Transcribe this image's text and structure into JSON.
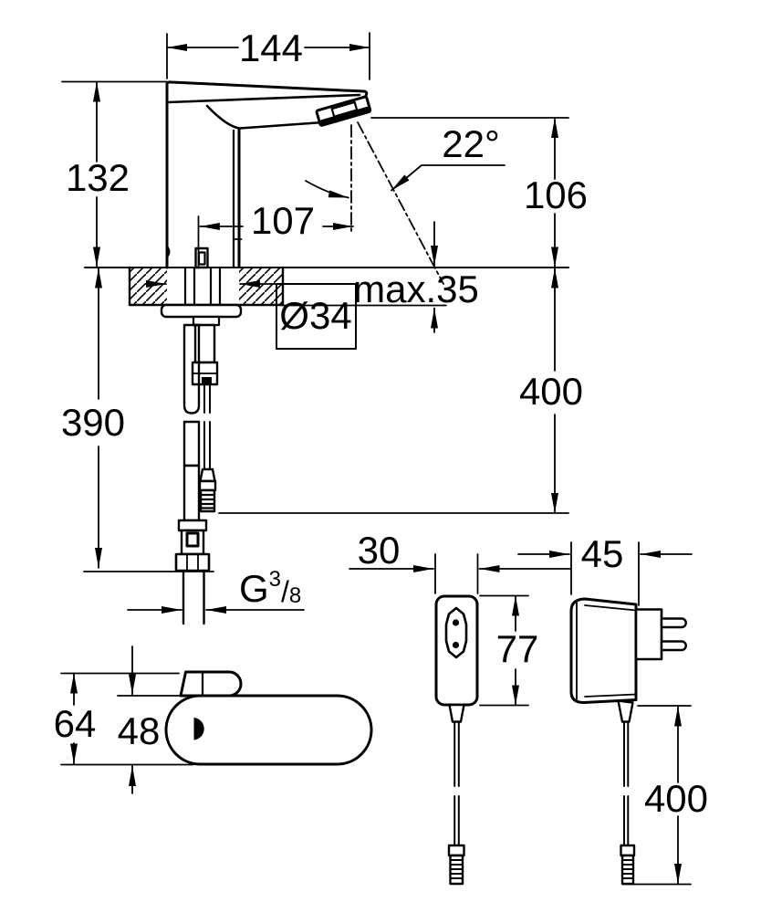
{
  "drawing": {
    "kind": "technical-dimension-drawing",
    "subject": "electronic sensor basin faucet with plug-in power supply",
    "units": "mm",
    "line_color": "#000000",
    "background_color": "#ffffff"
  },
  "faucet_side_view": {
    "dim_spout_reach": "144",
    "dim_body_height": "132",
    "dim_outlet_offset": "107",
    "dim_spray_angle": "22°",
    "dim_outlet_height": "106",
    "dim_deck_thickness": "max.35",
    "dim_hole_diameter": "Ø34",
    "dim_hose_length": "390",
    "dim_cable_length": "400",
    "thread": {
      "prefix": "G",
      "numerator": "3",
      "slash": "/",
      "denominator": "8"
    }
  },
  "faucet_top_view": {
    "dim_total_depth": "64",
    "dim_body_depth": "48"
  },
  "power_adapter": {
    "dim_width": "30",
    "dim_depth": "45",
    "dim_height": "77",
    "dim_cable_length": "400"
  }
}
